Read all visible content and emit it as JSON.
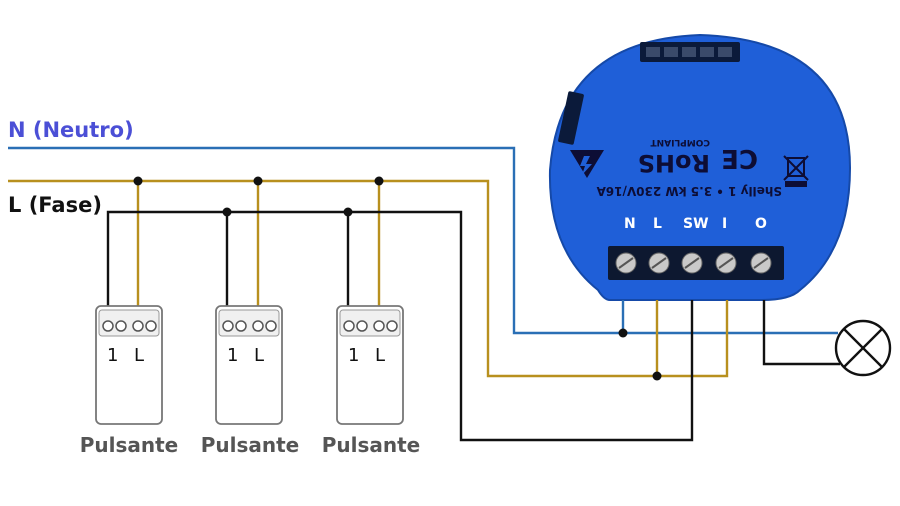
{
  "lines": {
    "neutral_label": "N (Neutro)",
    "phase_label": "L (Fase)"
  },
  "pushbuttons": [
    {
      "caption": "Pulsante",
      "terminal_1": "1",
      "terminal_l": "L"
    },
    {
      "caption": "Pulsante",
      "terminal_1": "1",
      "terminal_l": "L"
    },
    {
      "caption": "Pulsante",
      "terminal_1": "1",
      "terminal_l": "L"
    }
  ],
  "module": {
    "model_text": "Shelly 1 • 3.5 kW 230V/16A",
    "rohs": "RoHS",
    "compliant": "COMPLIANT",
    "ce": "CE",
    "terminals": [
      "N",
      "L",
      "SW",
      "I",
      "O"
    ]
  },
  "colors": {
    "neutral": "#2a6fb5",
    "phase": "#b8901e",
    "signal": "#111111",
    "module_blue": "#1f5fd8"
  },
  "icons": {
    "lamp": "lamp-icon",
    "weee": "weee-bin-icon",
    "brand": "shelly-logo-icon"
  }
}
